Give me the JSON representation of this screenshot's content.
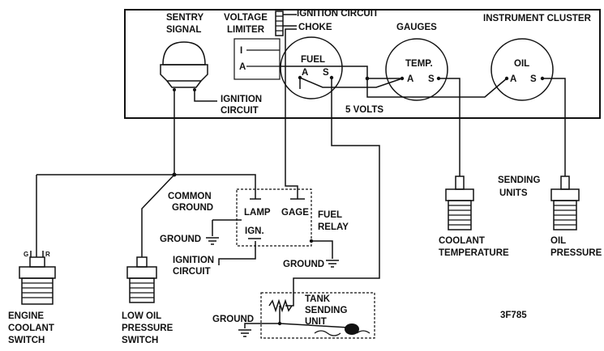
{
  "labels": {
    "instrument_cluster": "INSTRUMENT CLUSTER",
    "sentry_signal_1": "SENTRY",
    "sentry_signal_2": "SIGNAL",
    "voltage_limiter_1": "VOLTAGE",
    "voltage_limiter_2": "LIMITER",
    "limiter_i": "I",
    "limiter_a": "A",
    "ignition_circuit_top": "IGNITION CIRCUIT",
    "choke": "CHOKE",
    "gauges": "GAUGES",
    "fuel": "FUEL",
    "temp": "TEMP.",
    "oil": "OIL",
    "terminal_a": "A",
    "terminal_s": "S",
    "five_volts": "5 VOLTS",
    "ignition_1": "IGNITION",
    "circuit_1": "CIRCUIT",
    "common_1": "COMMON",
    "ground_1": "GROUND",
    "lamp": "LAMP",
    "gage": "GAGE",
    "ign": "IGN.",
    "fuel_relay_1": "FUEL",
    "fuel_relay_2": "RELAY",
    "ground": "GROUND",
    "ignition_2": "IGNITION",
    "circuit_2": "CIRCUIT",
    "sending_1": "SENDING",
    "sending_2": "UNITS",
    "coolant_1": "COOLANT",
    "coolant_2": "TEMPERATURE",
    "oil_p_1": "OIL",
    "oil_p_2": "PRESSURE",
    "tank_1": "TANK",
    "tank_2": "SENDING",
    "tank_3": "UNIT",
    "engine_1": "ENGINE",
    "engine_2": "COOLANT",
    "engine_3": "SWITCH",
    "low_oil_1": "LOW OIL",
    "low_oil_2": "PRESSURE",
    "low_oil_3": "SWITCH",
    "g_mark": "G",
    "r_mark": "R",
    "figure_code": "3F785"
  }
}
